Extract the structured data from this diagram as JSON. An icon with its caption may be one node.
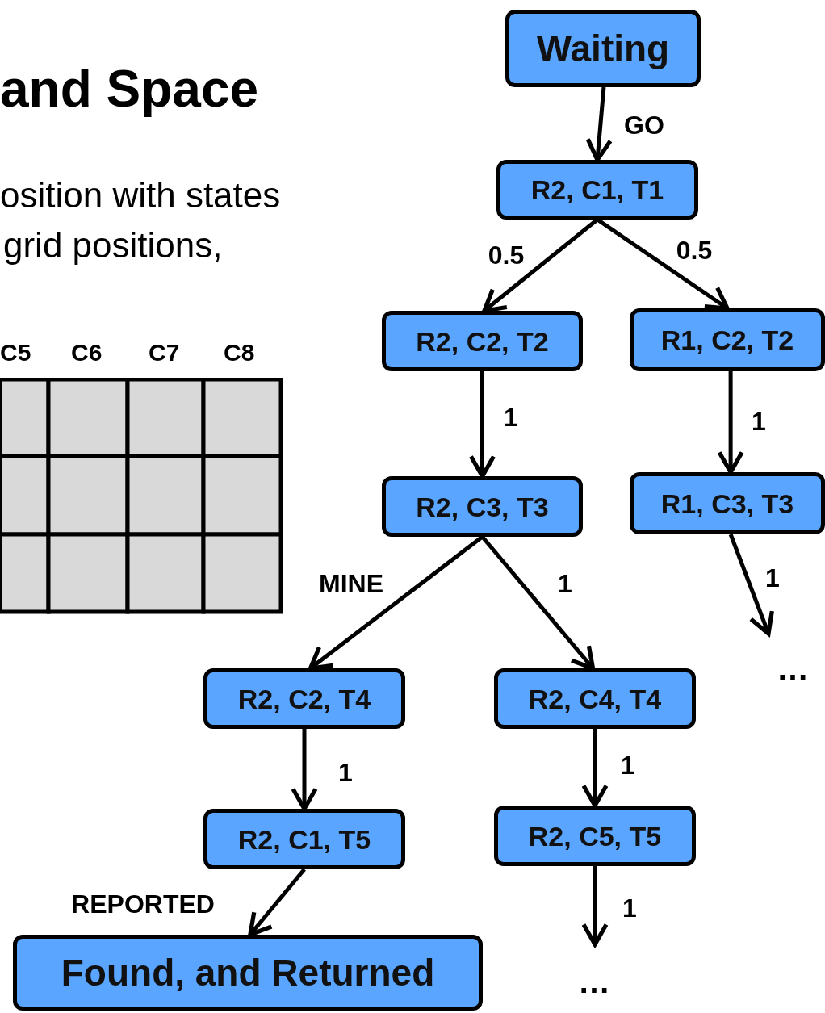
{
  "diagram": {
    "title": "and Space",
    "nodes": [
      {
        "text": [
          "Waiting"
        ]
      },
      {
        "text": [
          "R2, C1, T1"
        ]
      },
      {
        "text": [
          "R2, C2, T2"
        ]
      },
      {
        "text": [
          "R1, C2, T2"
        ]
      },
      {
        "text": [
          "R2, C3, T3"
        ]
      },
      {
        "text": [
          "R1, C3, T3"
        ]
      },
      {
        "text": [
          "R2, C2, T4"
        ]
      },
      {
        "text": [
          "R2, C4, T4"
        ]
      },
      {
        "text": [
          "R2, C1, T5"
        ]
      },
      {
        "text": [
          "R2, C5, T5"
        ]
      },
      {
        "text": [
          "Found, and Returned"
        ]
      }
    ],
    "edges": [
      {
        "from": 0,
        "to": 1,
        "arrow": "to",
        "label": "GO"
      },
      {
        "from": 1,
        "to": 2,
        "arrow": "to",
        "label": "0.5"
      },
      {
        "from": 1,
        "to": 3,
        "arrow": "to",
        "label": "0.5"
      },
      {
        "from": 2,
        "to": 4,
        "arrow": "to",
        "label": "1"
      },
      {
        "from": 3,
        "to": 5,
        "arrow": "to",
        "label": "1"
      },
      {
        "from": 5,
        "to": null,
        "arrow": "to",
        "label": "1"
      },
      {
        "from": 4,
        "to": 6,
        "arrow": "to",
        "label": "MINE"
      },
      {
        "from": 4,
        "to": 7,
        "arrow": "to",
        "label": "1"
      },
      {
        "from": 6,
        "to": 8,
        "arrow": "to",
        "label": "1"
      },
      {
        "from": 7,
        "to": 9,
        "arrow": "to",
        "label": "1"
      },
      {
        "from": 9,
        "to": null,
        "arrow": "to",
        "label": "1"
      },
      {
        "from": 8,
        "to": 10,
        "arrow": "to",
        "label": "REPORTED"
      }
    ],
    "labels": [
      "osition with states",
      "grid positions,",
      "C5",
      "C6",
      "C7",
      "C8",
      "…",
      "…"
    ]
  }
}
